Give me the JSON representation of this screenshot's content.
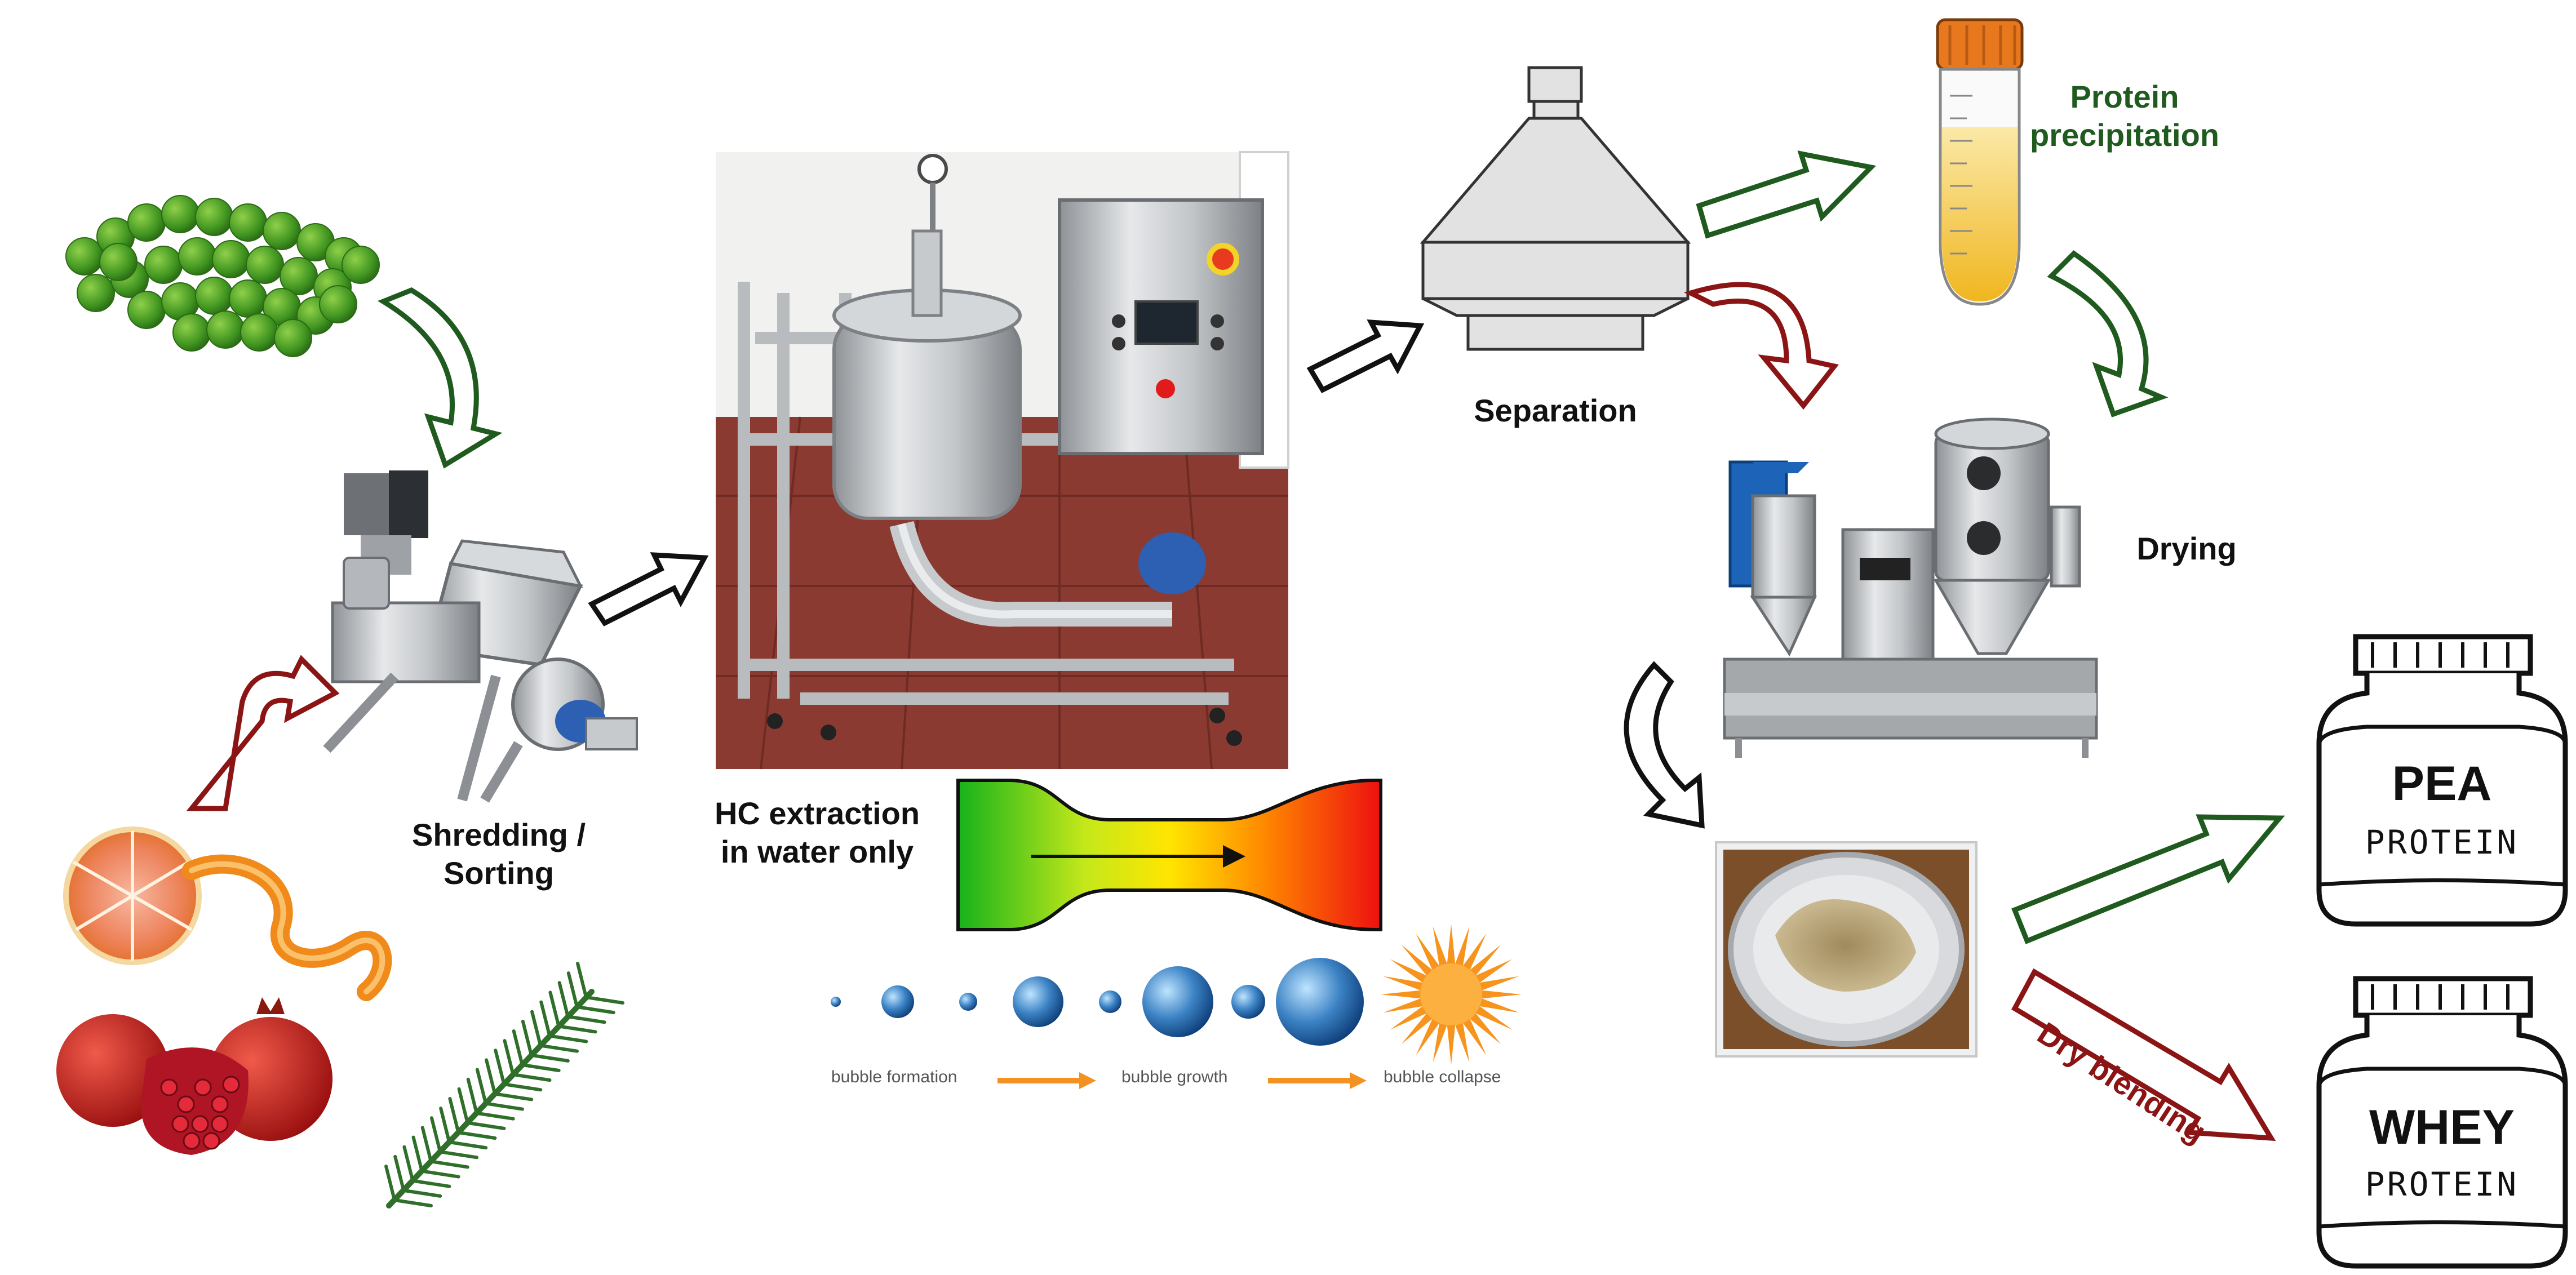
{
  "labels": {
    "shredding": "Shredding /\nSorting",
    "hc_extraction": "HC extraction\nin water only",
    "separation": "Separation",
    "protein_precipitation": "Protein\nprecipitation",
    "drying": "Drying",
    "dry_blending": "Dry blending"
  },
  "bubbles": {
    "formation": "bubble formation",
    "growth": "bubble growth",
    "collapse": "bubble collapse"
  },
  "jars": [
    {
      "big": "PEA",
      "small": "PROTEIN"
    },
    {
      "big": "WHEY",
      "small": "PROTEIN"
    }
  ],
  "colors": {
    "green_arrow": "#1f5a1f",
    "red_arrow": "#8b1515",
    "black_arrow": "#111111",
    "stainless": "#b9bcbf",
    "tube_cap": "#e8781e",
    "tube_liquid": "#f2c23a"
  }
}
